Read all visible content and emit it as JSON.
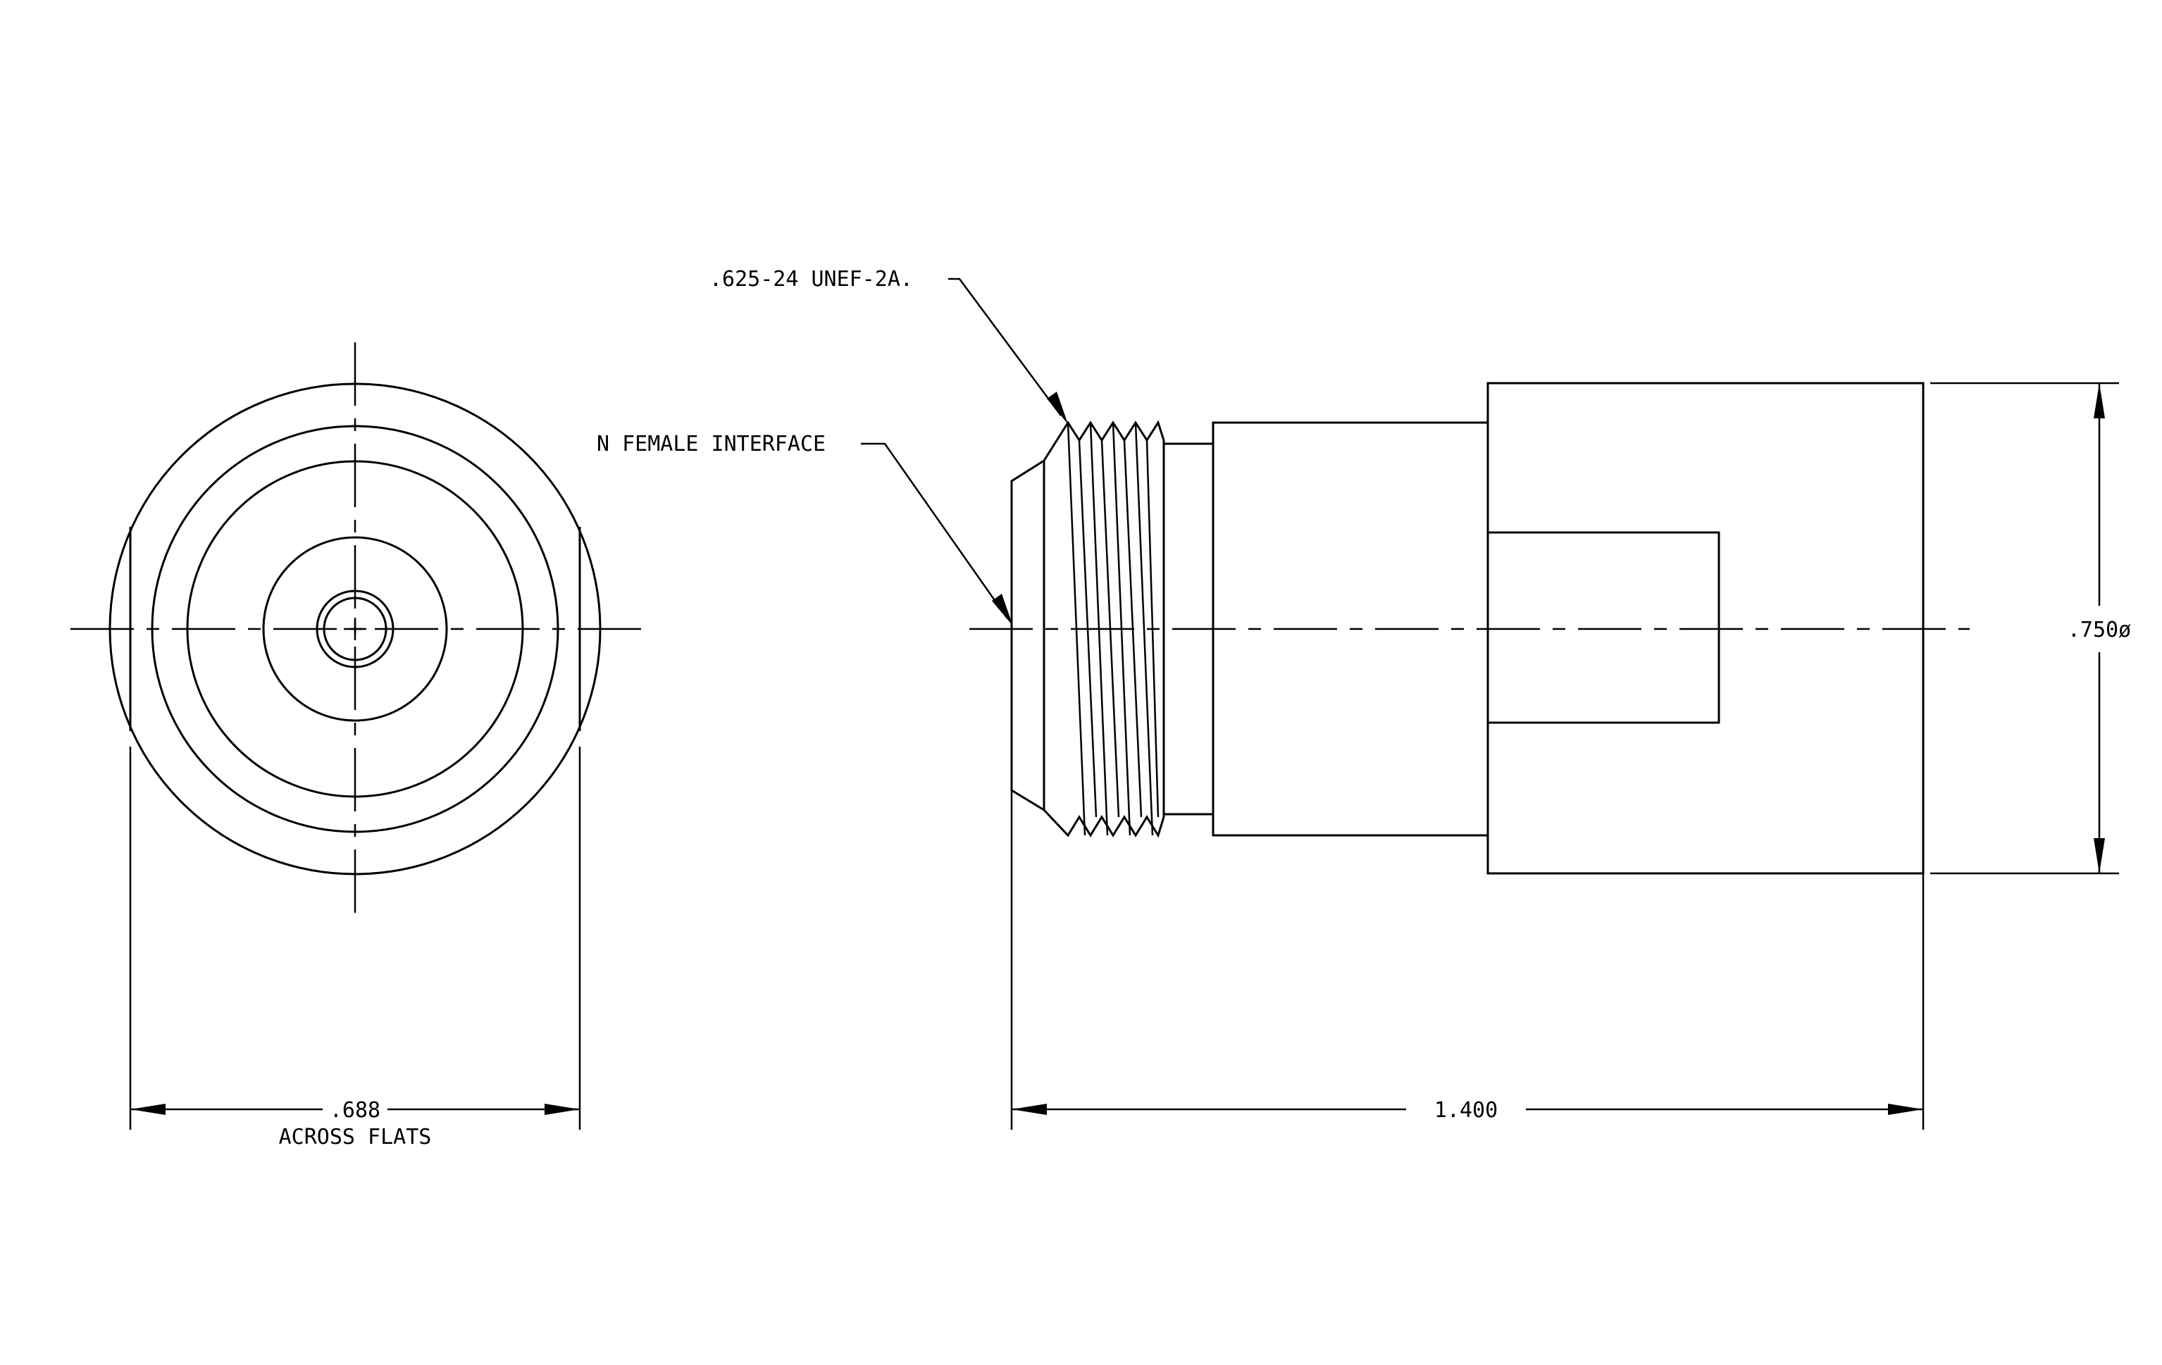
{
  "labels": {
    "thread_callout": ".625-24 UNEF-2A.",
    "interface_callout": "N FEMALE INTERFACE",
    "flats_dimension": ".688",
    "flats_note": "ACROSS FLATS",
    "length_dimension": "1.400",
    "diameter_dimension": ".750ø"
  },
  "colors": {
    "line": "#000000",
    "background": "#ffffff"
  }
}
